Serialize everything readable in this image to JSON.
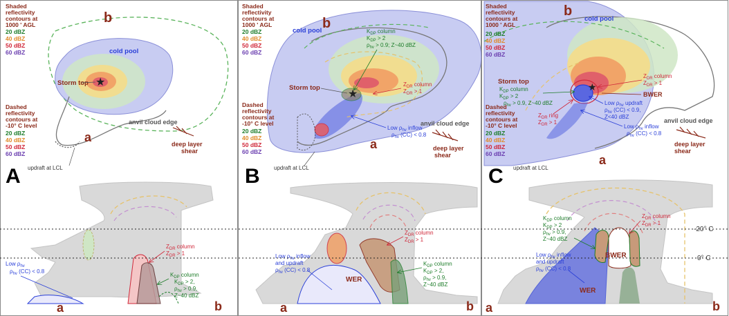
{
  "colors": {
    "brown": "#8b2a1a",
    "green": "#1e7d2a",
    "orange": "#e08a2a",
    "red": "#d0283a",
    "purple": "#6b3fb0",
    "blue": "#2a3fd8",
    "pool": "#c8ccf2",
    "cloud": "#d9d9d9"
  },
  "panels": [
    {
      "letter": "A",
      "legend_shaded": [
        "Shaded",
        "reflectivity",
        "contours at",
        "1000 ' AGL"
      ],
      "legend_dashed": [
        "Dashed",
        "reflectivity",
        "contours at",
        "-10° C level"
      ],
      "dbz": [
        "20 dBZ",
        "40 dBZ",
        "50 dBZ",
        "60 dBZ"
      ],
      "pt_b": "b",
      "pt_a": "a",
      "cold_pool": "cold pool",
      "storm_top": "Storm top",
      "anvil": "anvil cloud edge",
      "shear": [
        "deep layer",
        "shear"
      ],
      "updraft": "updraft at LCL",
      "xs": {
        "zdr": [
          "Z",
          "DR",
          " column",
          "Z",
          "DR",
          " > 1"
        ],
        "low_rho": [
          "Low ρ",
          "hv",
          "ρ",
          "hv",
          " (CC) < 0.8"
        ],
        "kdp": [
          "K",
          "DP",
          " column",
          "K",
          "DP",
          " > 2,",
          "ρ",
          "hv",
          " > 0.9,",
          "Z~40 dBZ"
        ],
        "bot_a": "a",
        "bot_b": "b"
      }
    },
    {
      "letter": "B",
      "legend_shaded": [
        "Shaded",
        "reflectivity",
        "contours at",
        "1000 ' AGL"
      ],
      "legend_dashed": [
        "Dashed",
        "reflectivity",
        "contours at",
        "-10° C level"
      ],
      "dbz": [
        "20 dBZ",
        "40 dBZ",
        "50 dBZ",
        "60 dBZ"
      ],
      "pt_b": "b",
      "pt_a": "a",
      "cold_pool": "cold pool",
      "storm_top": "Storm top",
      "anvil": "anvil cloud edge",
      "shear": [
        "deep layer",
        "shear"
      ],
      "updraft": "updraft at LCL",
      "plan_kdp": [
        "K",
        "DP",
        " column",
        "K",
        "DP",
        " > 2",
        "ρ",
        "hv",
        " > 0.9; Z~40 dBZ"
      ],
      "plan_zdr": [
        "Z",
        "DR",
        " column",
        "Z",
        "DR",
        " > 1"
      ],
      "plan_low": [
        "Low ρ",
        "hv",
        " inflow",
        "ρ",
        "hv",
        " (CC) < 0.8"
      ],
      "xs": {
        "zdr": [
          "Z",
          "DR",
          " column",
          "Z",
          "DR",
          " > 1"
        ],
        "low_rho": [
          "Low ρ",
          "hv",
          " inflow",
          "and updraft",
          "ρ",
          "hv",
          " (CC) < 0.8"
        ],
        "kdp": [
          "K",
          "DP",
          " column",
          "K",
          "DP",
          " > 2,",
          "ρ",
          "hv",
          " > 0.9,",
          "Z~40 dBZ"
        ],
        "wer": "WER",
        "bot_a": "a",
        "bot_b": "b"
      }
    },
    {
      "letter": "C",
      "legend_shaded": [
        "Shaded",
        "reflectivity",
        "contours at",
        "1000 ' AGL"
      ],
      "legend_dashed": [
        "Dashed",
        "reflectivity",
        "contours at",
        "-10° C level"
      ],
      "dbz": [
        "20 dBZ",
        "40 dBZ",
        "50 dBZ",
        "60 dBZ"
      ],
      "pt_b": "b",
      "pt_a": "a",
      "cold_pool": "cold pool",
      "storm_top": "Storm top",
      "anvil": "anvil cloud edge",
      "shear": [
        "deep layer",
        "shear"
      ],
      "updraft": "updraft at LCL",
      "bwer": "BWER",
      "plan_kdp": [
        "K",
        "DP",
        " column",
        "K",
        "DP",
        " > 2",
        "ρ",
        "hv",
        " > 0.9, Z~40 dBZ"
      ],
      "plan_zdr": [
        "Z",
        "DR",
        " column",
        "Z",
        "DR",
        " > 1"
      ],
      "plan_zdr_ring": [
        "Z",
        "DR",
        " ring",
        "Z",
        "DR",
        " > 1"
      ],
      "plan_low_updraft": [
        "Low ρ",
        "hv",
        " updraft",
        "ρ",
        "hv",
        " (CC) < 0.9,",
        "Z<40 dBZ"
      ],
      "plan_low_inflow": [
        "Low ρ",
        "hv",
        " inflow",
        "ρ",
        "hv",
        " (CC) < 0.8"
      ],
      "xs": {
        "zdr": [
          "Z",
          "DR",
          " column",
          "Z",
          "DR",
          " > 1"
        ],
        "kdp": [
          "K",
          "DP",
          " column",
          "K",
          "DP",
          " > 2",
          "ρ",
          "hv",
          " > 0.9,",
          "Z~40 dBZ"
        ],
        "low_rho": [
          "Low ρ",
          "hv",
          " inflow",
          "and updraft",
          "ρ",
          "hv",
          " (CC) < 0.8"
        ],
        "bwer": "BWER",
        "wer": "WER",
        "minus20": "-20° C",
        "zero": "0° C",
        "bot_a": "a",
        "bot_b": "b"
      }
    }
  ]
}
